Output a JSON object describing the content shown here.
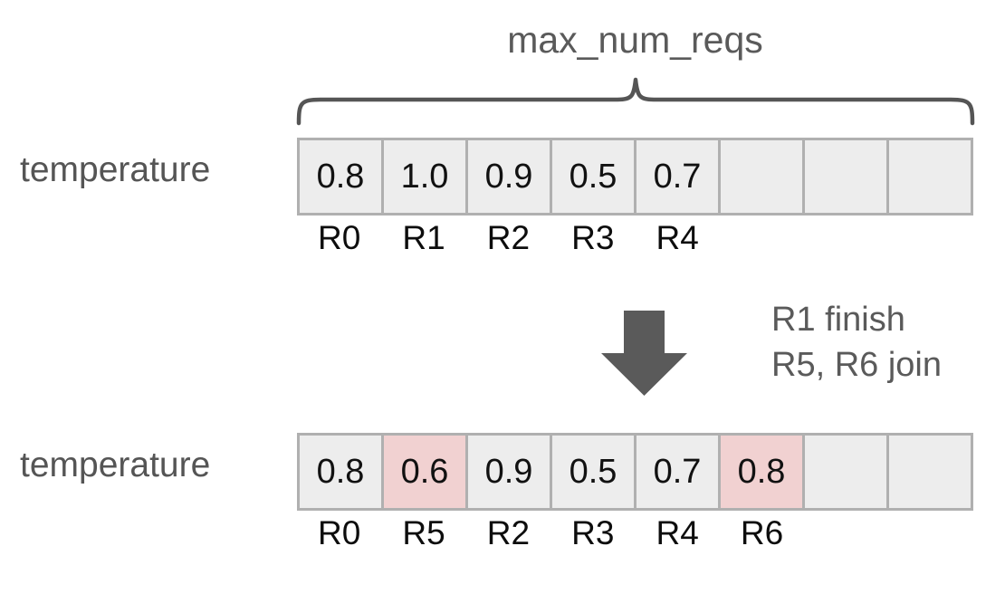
{
  "diagram": {
    "brace_label": "max_num_reqs",
    "transition": {
      "arrow_icon": "down-arrow-icon",
      "note_lines": [
        "R1 finish",
        "R5, R6 join"
      ]
    },
    "colors": {
      "cell_fill": "#ededed",
      "cell_border": "#b0b0b0",
      "highlight_fill": "#f1d1d1",
      "label_gray": "#555555",
      "arrow_gray": "#5a5a5a",
      "value_text": "#111111"
    },
    "rows": [
      {
        "label": "temperature",
        "cells": [
          {
            "value": "0.8",
            "highlight": false
          },
          {
            "value": "1.0",
            "highlight": false
          },
          {
            "value": "0.9",
            "highlight": false
          },
          {
            "value": "0.5",
            "highlight": false
          },
          {
            "value": "0.7",
            "highlight": false
          },
          {
            "value": "",
            "highlight": false
          },
          {
            "value": "",
            "highlight": false
          },
          {
            "value": "",
            "highlight": false
          }
        ],
        "tags": [
          "R0",
          "R1",
          "R2",
          "R3",
          "R4",
          "",
          "",
          ""
        ]
      },
      {
        "label": "temperature",
        "cells": [
          {
            "value": "0.8",
            "highlight": false
          },
          {
            "value": "0.6",
            "highlight": true
          },
          {
            "value": "0.9",
            "highlight": false
          },
          {
            "value": "0.5",
            "highlight": false
          },
          {
            "value": "0.7",
            "highlight": false
          },
          {
            "value": "0.8",
            "highlight": true
          },
          {
            "value": "",
            "highlight": false
          },
          {
            "value": "",
            "highlight": false
          }
        ],
        "tags": [
          "R0",
          "R5",
          "R2",
          "R3",
          "R4",
          "R6",
          "",
          ""
        ]
      }
    ]
  }
}
